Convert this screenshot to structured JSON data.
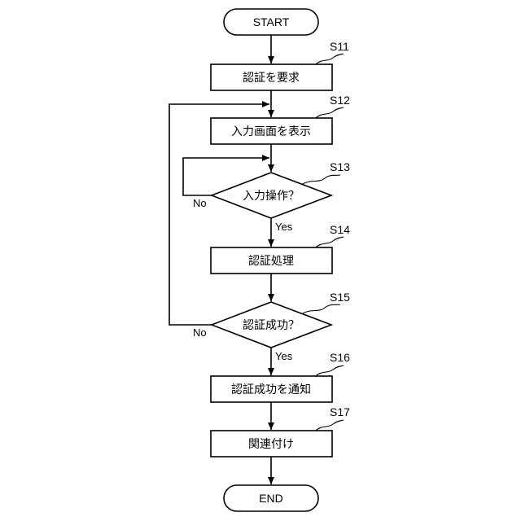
{
  "nodes": {
    "start": "START",
    "s11": "認証を要求",
    "s12": "入力画面を表示",
    "s13": "入力操作？",
    "s14": "認証処理",
    "s15": "認証成功？",
    "s16": "認証成功を通知",
    "s17": "関連付け",
    "end": "END"
  },
  "step_labels": {
    "s11": "S11",
    "s12": "S12",
    "s13": "S13",
    "s14": "S14",
    "s15": "S15",
    "s16": "S16",
    "s17": "S17"
  },
  "branches": {
    "s13_no": "No",
    "s13_yes": "Yes",
    "s15_no": "No",
    "s15_yes": "Yes"
  }
}
